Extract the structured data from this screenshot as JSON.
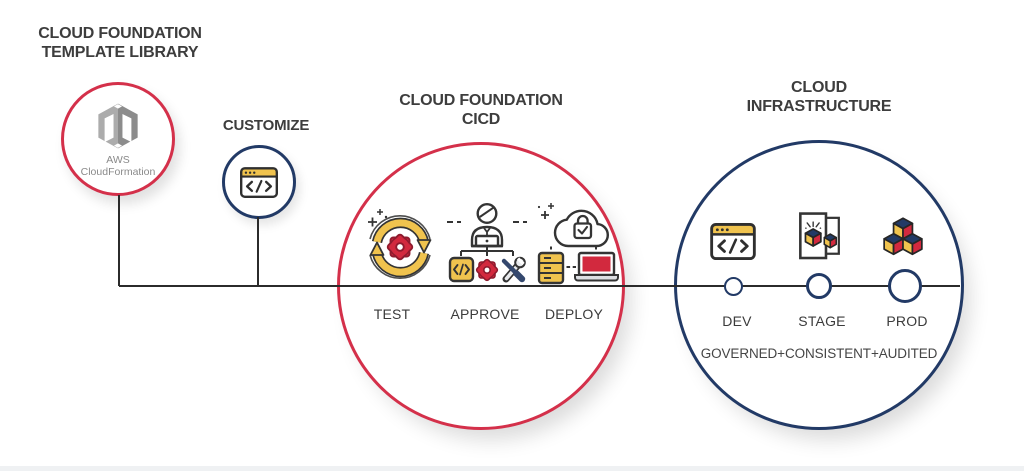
{
  "palette": {
    "red": "#d4304a",
    "navy": "#223a66",
    "yellow": "#f0c34e",
    "icon_outline": "#343434",
    "line": "#2b2b2b",
    "heading_text": "#3d3d3d",
    "muted_text": "#8a8a8a"
  },
  "nodes": {
    "template_library": {
      "title_line1": "CLOUD FOUNDATION",
      "title_line2": "TEMPLATE LIBRARY",
      "icon": "aws-cloudformation-icon",
      "icon_caption_line1": "AWS",
      "icon_caption_line2": "CloudFormation"
    },
    "customize": {
      "title": "CUSTOMIZE",
      "icon": "browser-code-icon"
    },
    "cicd": {
      "title_line1": "CLOUD FOUNDATION",
      "title_line2": "CICD",
      "steps": [
        {
          "label": "TEST",
          "icon": "test-cycle-gear-icon"
        },
        {
          "label": "APPROVE",
          "icon": "approve-operator-icon"
        },
        {
          "label": "DEPLOY",
          "icon": "deploy-cloud-lock-icon"
        }
      ]
    },
    "infrastructure": {
      "title_line1": "CLOUD",
      "title_line2": "INFRASTRUCTURE",
      "environments": [
        {
          "label": "DEV",
          "icon": "browser-code-icon"
        },
        {
          "label": "STAGE",
          "icon": "package-unboxing-icon"
        },
        {
          "label": "PROD",
          "icon": "stacked-cubes-icon"
        }
      ],
      "caption": "GOVERNED+CONSISTENT+AUDITED"
    }
  }
}
